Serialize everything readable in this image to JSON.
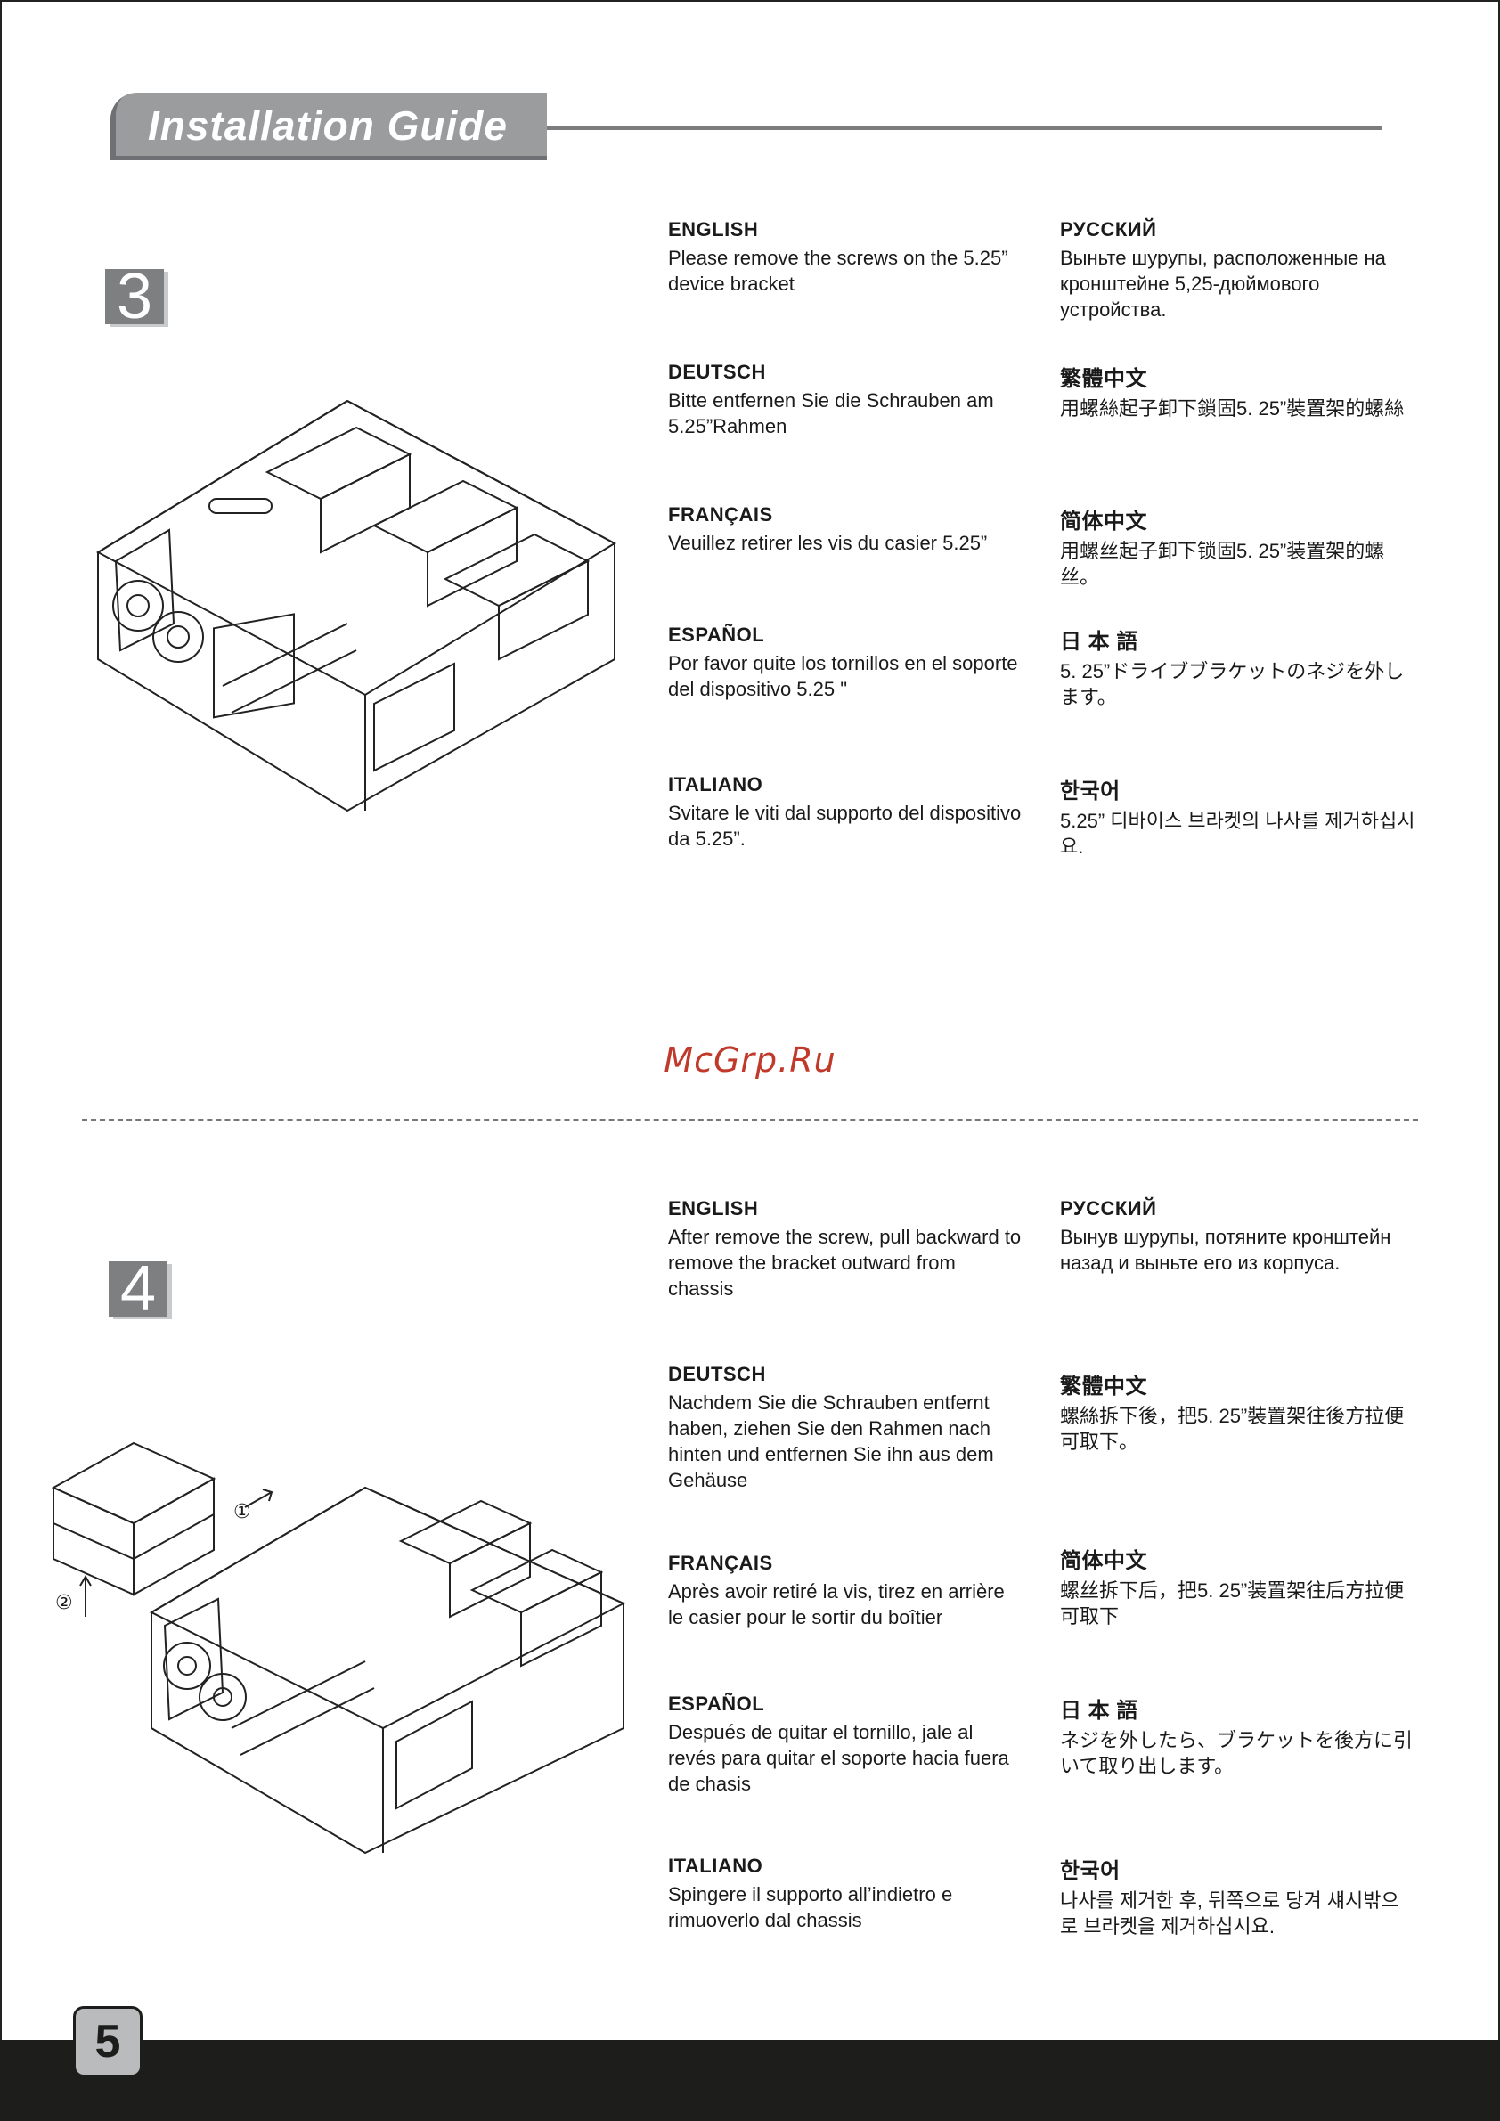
{
  "header": {
    "title": "Installation Guide"
  },
  "watermark": "McGrp.Ru",
  "page_number": "5",
  "step3": {
    "number": "3",
    "left_column": [
      {
        "lang": "ENGLISH",
        "text": "Please remove the screws on the 5.25” device bracket"
      },
      {
        "lang": "DEUTSCH",
        "text": "Bitte entfernen Sie die Schrauben am 5.25”Rahmen"
      },
      {
        "lang": "FRANÇAIS",
        "text": "Veuillez retirer les vis du casier 5.25”"
      },
      {
        "lang": "ESPAÑOL",
        "text": "Por favor quite los tornillos en el soporte del dispositivo 5.25 \""
      },
      {
        "lang": "ITALIANO",
        "text": "Svitare le viti dal supporto del dispositivo da 5.25”."
      }
    ],
    "right_column": [
      {
        "lang": "РУССКИЙ",
        "text": "Выньте шурупы, расположенные на кронштейне 5,25-дюймового устройства."
      },
      {
        "lang": "繁體中文",
        "text": "用螺絲起子卸下鎖固5. 25”裝置架的螺絲"
      },
      {
        "lang": "简体中文",
        "text": "用螺丝起子卸下锁固5. 25”装置架的螺丝。"
      },
      {
        "lang": "日 本 語",
        "text": "5. 25”ドライブブラケットのネジを外します。"
      },
      {
        "lang": "한국어",
        "text": "5.25” 디바이스 브라켓의 나사를 제거하십시요."
      }
    ]
  },
  "step4": {
    "number": "4",
    "callouts": [
      "①",
      "②"
    ],
    "left_column": [
      {
        "lang": "ENGLISH",
        "text": "After remove the screw, pull backward to remove the bracket outward from chassis"
      },
      {
        "lang": "DEUTSCH",
        "text": "Nachdem Sie die Schrauben entfernt haben, ziehen Sie den Rahmen nach hinten und entfernen Sie ihn aus dem Gehäuse"
      },
      {
        "lang": "FRANÇAIS",
        "text": "Après avoir retiré la vis, tirez en arrière le casier pour le sortir du boîtier"
      },
      {
        "lang": "ESPAÑOL",
        "text": "Después de quitar el tornillo, jale al revés para quitar el soporte hacia fuera de chasis"
      },
      {
        "lang": "ITALIANO",
        "text": "Spingere il supporto all’indietro e rimuoverlo dal chassis"
      }
    ],
    "right_column": [
      {
        "lang": "РУССКИЙ",
        "text": "Вынув шурупы, потяните кронштейн назад и выньте его из корпуса."
      },
      {
        "lang": "繁體中文",
        "text": "螺絲拆下後，把5. 25”裝置架往後方拉便可取下。"
      },
      {
        "lang": "简体中文",
        "text": "螺丝拆下后，把5. 25”装置架往后方拉便可取下"
      },
      {
        "lang": "日 本 語",
        "text": "ネジを外したら、ブラケットを後方に引いて取り出します。"
      },
      {
        "lang": "한국어",
        "text": "나사를 제거한 후, 뒤쪽으로 당겨 섀시밖으로 브라켓을 제거하십시요."
      }
    ]
  }
}
